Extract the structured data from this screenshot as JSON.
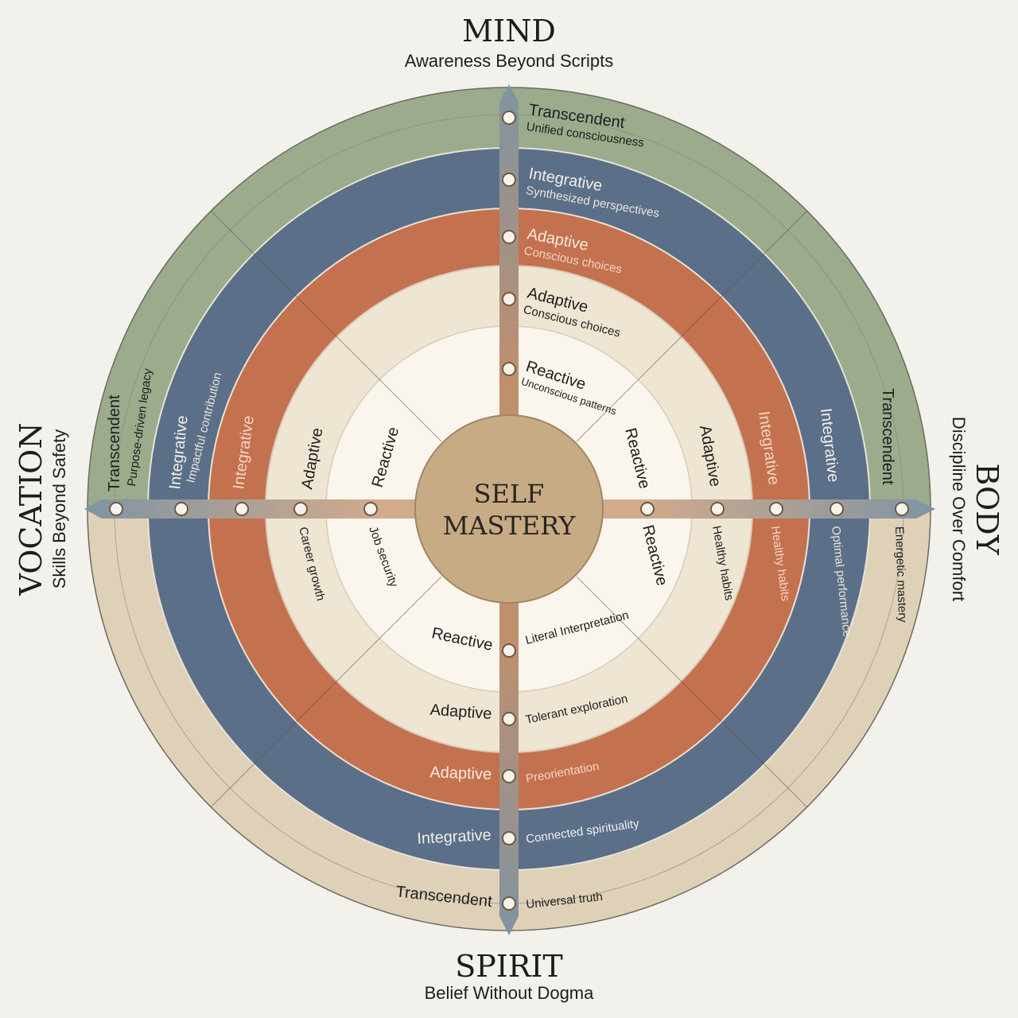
{
  "center": {
    "line1": "SELF",
    "line2": "MASTERY"
  },
  "quadrants": {
    "mind": {
      "title": "MIND",
      "subtitle": "Awareness Beyond Scripts"
    },
    "body": {
      "title": "BODY",
      "subtitle": "Discipline Over Comfort"
    },
    "spirit": {
      "title": "SPIRIT",
      "subtitle": "Belief Without Dogma"
    },
    "vocation": {
      "title": "VOCATION",
      "subtitle": "Skills Beyond Safety"
    }
  },
  "mind_levels": [
    {
      "name": "Transcendent",
      "desc": "Unified consciousness"
    },
    {
      "name": "Integrative",
      "desc": "Synthesized perspectives"
    },
    {
      "name": "Adaptive",
      "desc": "Conscious choices"
    },
    {
      "name": "Adaptive",
      "desc": "Conscious choices"
    },
    {
      "name": "Reactive",
      "desc": "Unconscious patterns"
    }
  ],
  "body_levels": [
    {
      "name": "Transcendent",
      "desc": "Energetic mastery"
    },
    {
      "name": "Integrative",
      "desc": "Optimal performance"
    },
    {
      "name": "Integrative",
      "desc": "Healthy habits"
    },
    {
      "name": "Adaptive",
      "desc": "Healthy habits"
    },
    {
      "name": "Reactive",
      "desc": ""
    },
    {
      "name": "Reactive",
      "desc": ""
    }
  ],
  "spirit_levels": [
    {
      "name": "Transcendent",
      "desc": "Universal truth"
    },
    {
      "name": "Integrative",
      "desc": "Connected spirituality"
    },
    {
      "name": "Adaptive",
      "desc": "Preorientation"
    },
    {
      "name": "Adaptive",
      "desc": "Tolerant exploration"
    },
    {
      "name": "Reactive",
      "desc": "Literal Interpretation"
    }
  ],
  "vocation_levels": [
    {
      "name": "Transcendent",
      "desc": "Purpose-driven legacy"
    },
    {
      "name": "Integrative",
      "desc": "Impactful contribution"
    },
    {
      "name": "Integrative",
      "desc": ""
    },
    {
      "name": "Adaptive",
      "desc": "Career growth"
    },
    {
      "name": "Reactive",
      "desc": "Job security"
    }
  ],
  "colors": {
    "background": "#f3f1ec",
    "sage": "#9bab8c",
    "slate": "#5b6f88",
    "terracotta": "#c4714f",
    "cream": "#efe5d3",
    "light": "#faf6ee",
    "sand": "#dfd1b8",
    "hub": "#c7ab85",
    "axis": "#b9977a"
  }
}
